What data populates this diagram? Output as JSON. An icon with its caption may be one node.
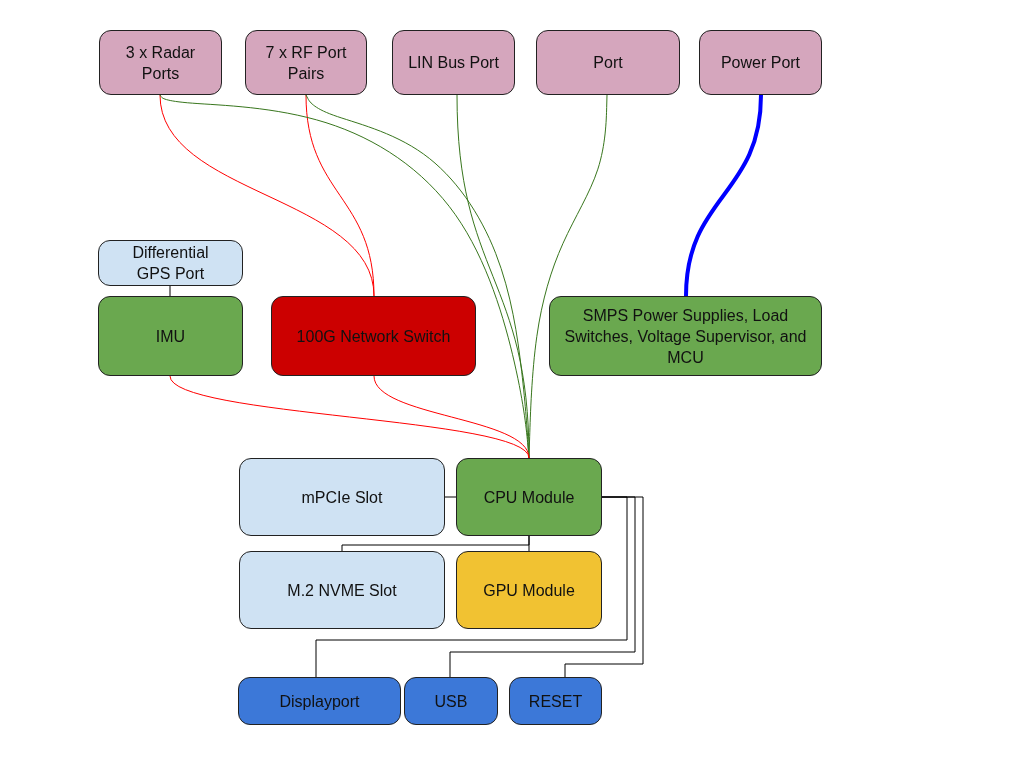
{
  "diagram": {
    "nodes": [
      {
        "text": [
          "3 x Radar Ports"
        ]
      },
      {
        "text": [
          "7 x RF Port Pairs"
        ]
      },
      {
        "text": [
          "LIN Bus Port"
        ]
      },
      {
        "text": [
          "Port"
        ]
      },
      {
        "text": [
          "Power Port"
        ]
      },
      {
        "text": [
          "Differential GPS Port"
        ]
      },
      {
        "text": [
          "IMU"
        ]
      },
      {
        "text": [
          "100G Network Switch"
        ]
      },
      {
        "text": [
          "SMPS Power Supplies, Load Switches, Voltage Supervisor, and MCU"
        ]
      },
      {
        "text": [
          "mPCIe Slot"
        ]
      },
      {
        "text": [
          "CPU Module"
        ]
      },
      {
        "text": [
          "M.2 NVME Slot"
        ]
      },
      {
        "text": [
          "GPU Module"
        ]
      },
      {
        "text": [
          "Displayport"
        ]
      },
      {
        "text": [
          "USB"
        ]
      },
      {
        "text": [
          "RESET"
        ]
      }
    ],
    "edges": [
      {
        "from": 0,
        "to": 7,
        "arrow": "none",
        "color": "#ff0000"
      },
      {
        "from": 1,
        "to": 7,
        "arrow": "none",
        "color": "#ff0000"
      },
      {
        "from": 0,
        "to": 10,
        "arrow": "none",
        "color": "#38761d"
      },
      {
        "from": 1,
        "to": 10,
        "arrow": "none",
        "color": "#38761d"
      },
      {
        "from": 2,
        "to": 10,
        "arrow": "none",
        "color": "#38761d"
      },
      {
        "from": 3,
        "to": 10,
        "arrow": "none",
        "color": "#38761d"
      },
      {
        "from": 4,
        "to": 8,
        "arrow": "none",
        "style": "thick",
        "color": "#0000ff"
      },
      {
        "from": 5,
        "to": 6,
        "arrow": "none"
      },
      {
        "from": 6,
        "to": 10,
        "arrow": "none",
        "color": "#ff0000"
      },
      {
        "from": 7,
        "to": 10,
        "arrow": "none",
        "color": "#ff0000"
      },
      {
        "from": 9,
        "to": 10,
        "arrow": "none"
      },
      {
        "from": 10,
        "to": 11,
        "arrow": "none"
      },
      {
        "from": 10,
        "to": 12,
        "arrow": "none"
      },
      {
        "from": 10,
        "to": 13,
        "arrow": "none"
      },
      {
        "from": 10,
        "to": 14,
        "arrow": "none"
      },
      {
        "from": 10,
        "to": 15,
        "arrow": "none"
      }
    ]
  }
}
